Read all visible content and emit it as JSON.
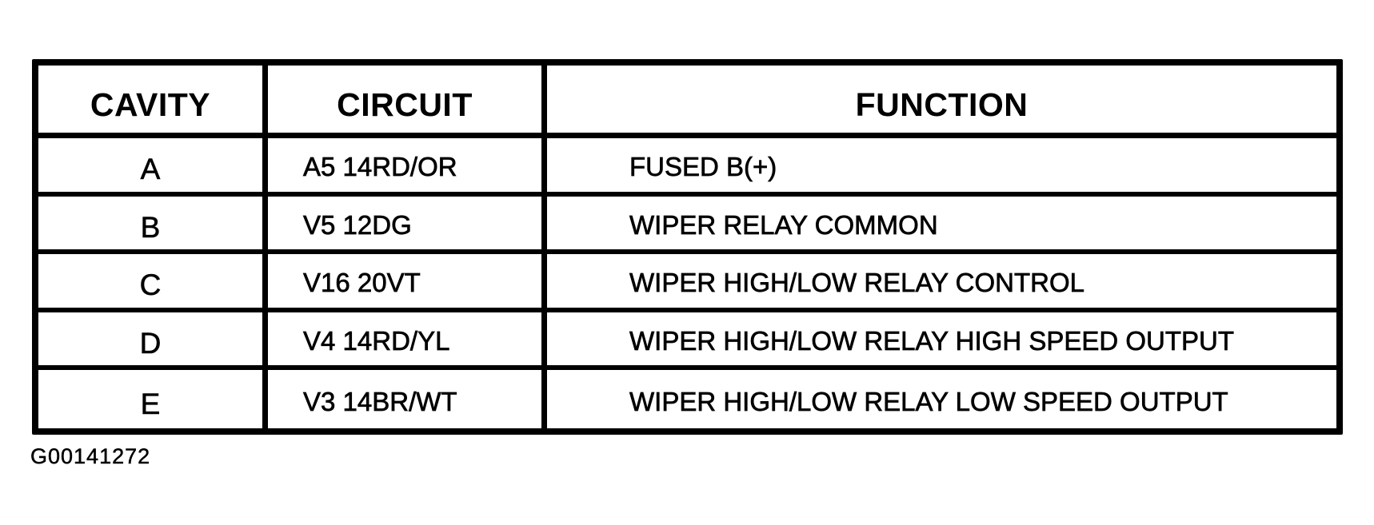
{
  "document": {
    "figure_id": "G00141272"
  },
  "colors": {
    "ink": "#000000",
    "paper": "#ffffff"
  },
  "table": {
    "headers": [
      "CAVITY",
      "CIRCUIT",
      "FUNCTION"
    ],
    "rows": [
      {
        "cavity": "A",
        "circuit": "A5 14RD/OR",
        "function": "FUSED B(+)"
      },
      {
        "cavity": "B",
        "circuit": "V5 12DG",
        "function": "WIPER RELAY COMMON"
      },
      {
        "cavity": "C",
        "circuit": "V16 20VT",
        "function": "WIPER HIGH/LOW RELAY CONTROL"
      },
      {
        "cavity": "D",
        "circuit": "V4 14RD/YL",
        "function": "WIPER HIGH/LOW RELAY HIGH SPEED OUTPUT"
      },
      {
        "cavity": "E",
        "circuit": "V3 14BR/WT",
        "function": "WIPER HIGH/LOW RELAY LOW SPEED OUTPUT"
      }
    ]
  }
}
